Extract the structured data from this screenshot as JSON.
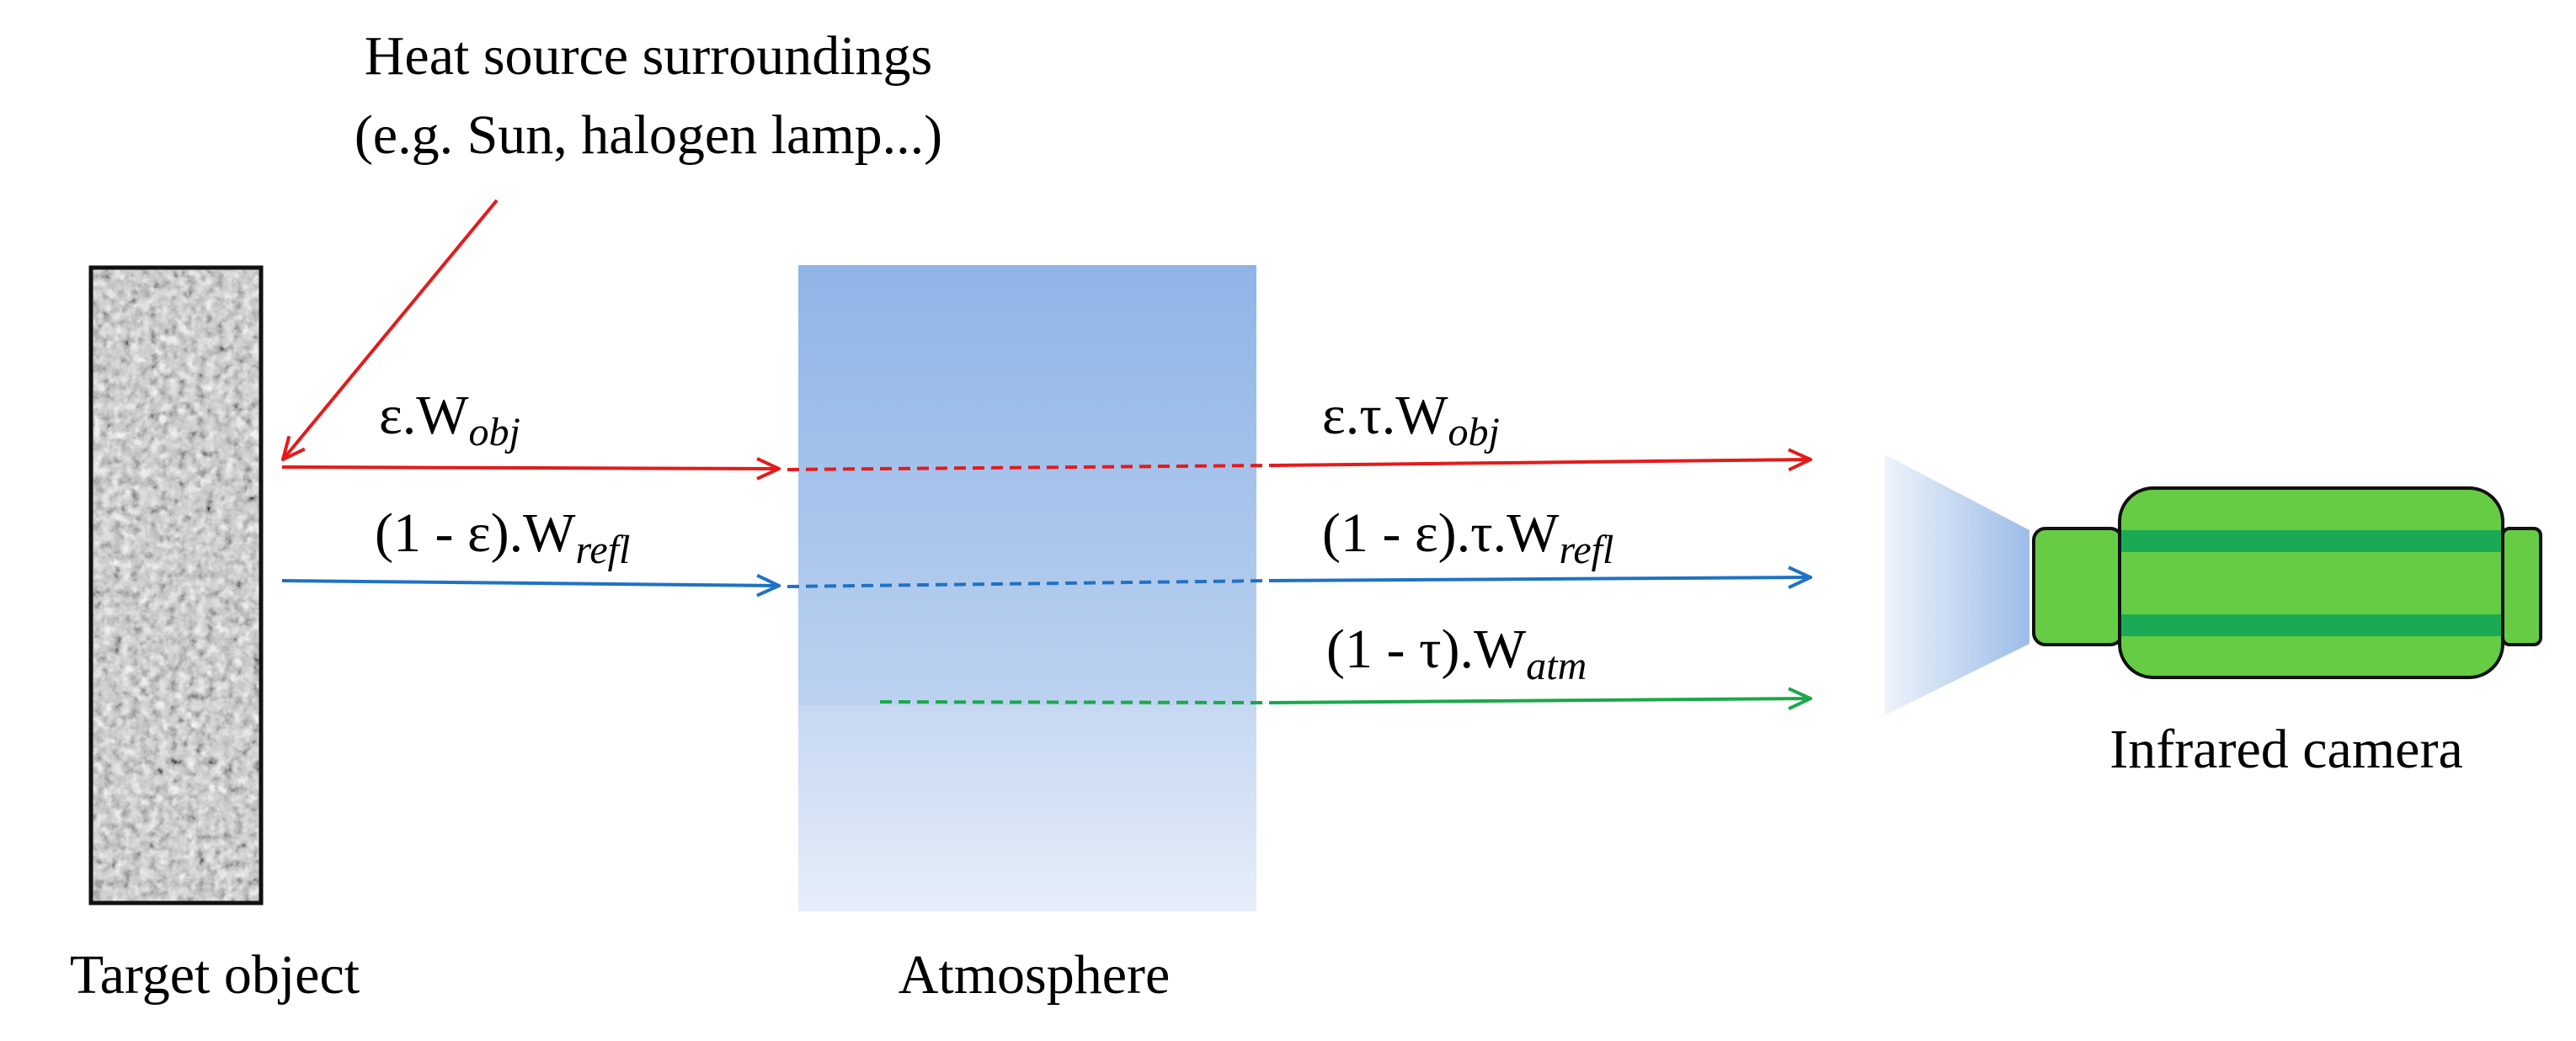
{
  "labels": {
    "heat_source_line1": "Heat source surroundings",
    "heat_source_line2": "(e.g. Sun, halogen lamp...)",
    "target_object": "Target object",
    "atmosphere": "Atmosphere",
    "infrared_camera": "Infrared camera"
  },
  "equations": {
    "emitted_before": {
      "main": "ε.W",
      "sub": "obj"
    },
    "reflected_before": {
      "main": "(1 - ε).W",
      "sub": "refl"
    },
    "emitted_after": {
      "main": "ε.τ.W",
      "sub": "obj"
    },
    "reflected_after": {
      "main": "(1 - ε).τ.W",
      "sub": "refl"
    },
    "atmosphere_emitted": {
      "main": "(1 - τ).W",
      "sub": "atm"
    }
  },
  "colors": {
    "emitted_path": "#e31b1b",
    "reflected_path": "#1f72c4",
    "atmosphere_path": "#1aa84a",
    "atmosphere_fill_top": "#8fb4e6",
    "atmosphere_fill_bottom": "#e6eef9",
    "camera_body": "#66cc44",
    "camera_stripe": "#1aaa55",
    "camera_lens": "#9dbde8"
  }
}
